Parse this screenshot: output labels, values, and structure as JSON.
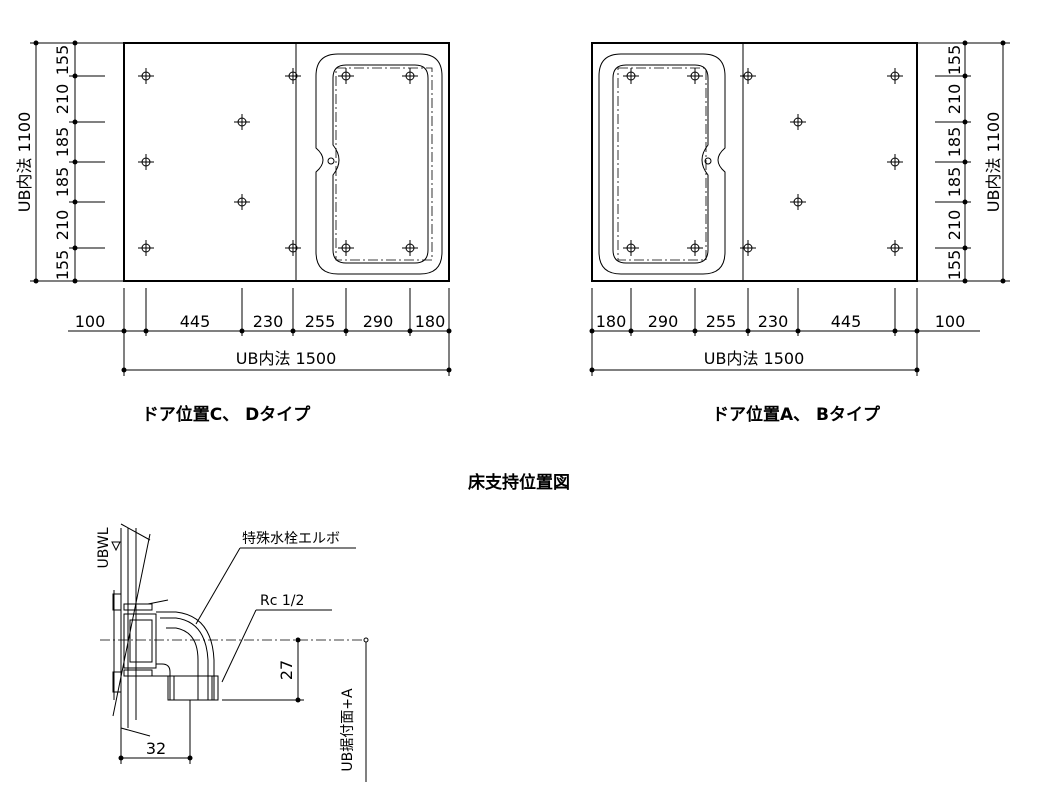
{
  "captions": {
    "left_plan": "ドア位置C、 Dタイプ",
    "right_plan": "ドア位置A、 Bタイプ",
    "figure_title": "床支持位置図"
  },
  "left_plan": {
    "horizontal_dims": [
      "100",
      "445",
      "230",
      "255",
      "290",
      "180"
    ],
    "overall_width": "UB内法 1500",
    "vertical_dims": [
      "155",
      "210",
      "185",
      "185",
      "210",
      "155"
    ],
    "overall_depth": "UB内法 1100"
  },
  "right_plan": {
    "horizontal_dims": [
      "180",
      "290",
      "255",
      "230",
      "445",
      "100"
    ],
    "overall_width": "UB内法 1500",
    "vertical_dims": [
      "155",
      "210",
      "185",
      "185",
      "210",
      "155"
    ],
    "overall_depth": "UB内法 1100"
  },
  "detail": {
    "ubwl_label": "UBWL",
    "elbow_label": "特殊水栓エルボ",
    "thread_label": "Rc 1/2",
    "vertical_dim": "27",
    "horizontal_dim": "32",
    "ub_level_label": "UB据付面+A"
  }
}
